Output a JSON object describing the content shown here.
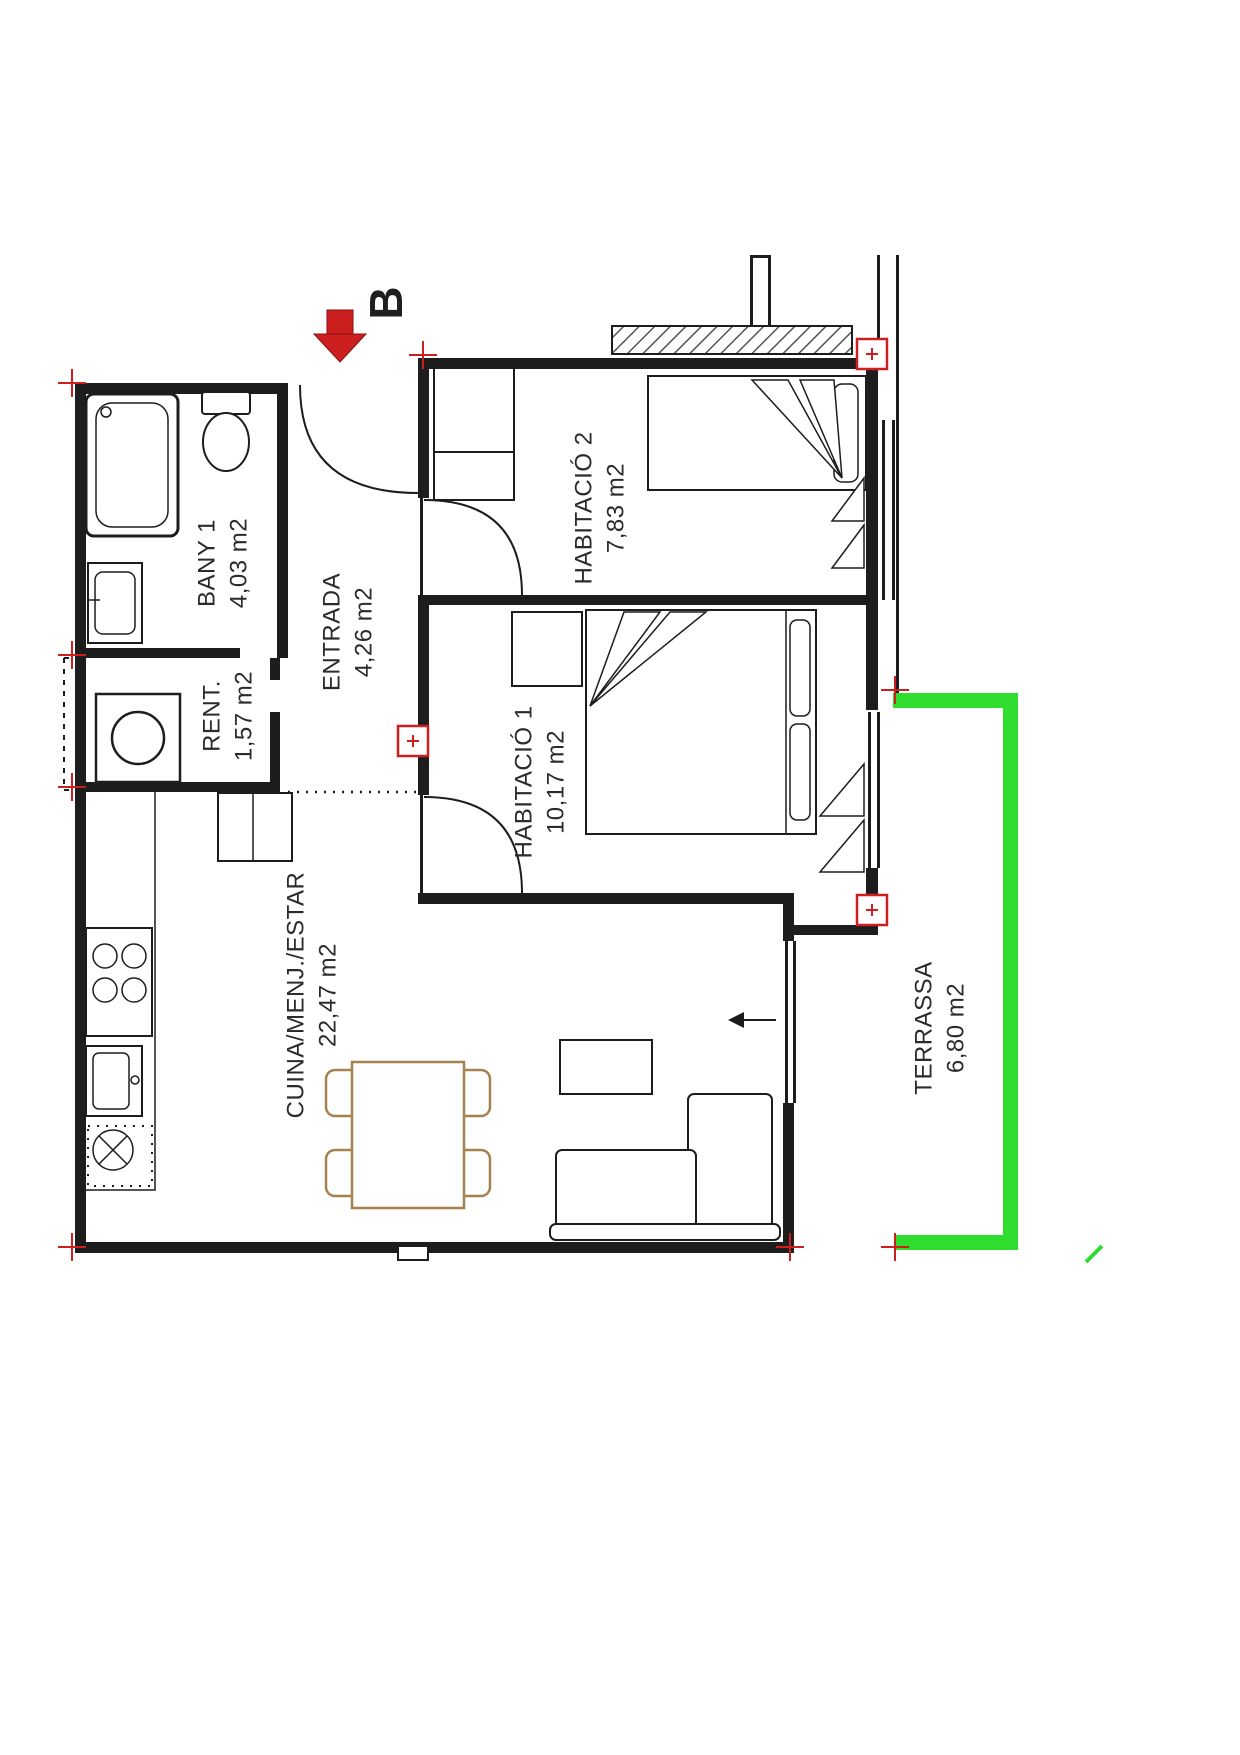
{
  "plan": {
    "section_marker": {
      "label": "B"
    },
    "rooms": [
      {
        "id": "bany1",
        "name": "BANY 1",
        "area": "4,03 m2"
      },
      {
        "id": "entrada",
        "name": "ENTRADA",
        "area": "4,26 m2"
      },
      {
        "id": "habitacio2",
        "name": "HABITACIÓ 2",
        "area": "7,83 m2"
      },
      {
        "id": "habitacio1",
        "name": "HABITACIÓ 1",
        "area": "10,17 m2"
      },
      {
        "id": "rentador",
        "name": "RENT.",
        "area": "1,57 m2"
      },
      {
        "id": "cuina",
        "name": "CUINA/MENJ./ESTAR",
        "area": "22,47 m2"
      },
      {
        "id": "terrassa",
        "name": "TERRASSA",
        "area": "6,80 m2"
      }
    ],
    "colors": {
      "wall": "#1d1d1d",
      "terrace_highlight": "#2fdd2f",
      "marker_red": "#cc1f1f",
      "furniture_wood": "#a5824e",
      "label_text": "#2b2b2b"
    }
  }
}
